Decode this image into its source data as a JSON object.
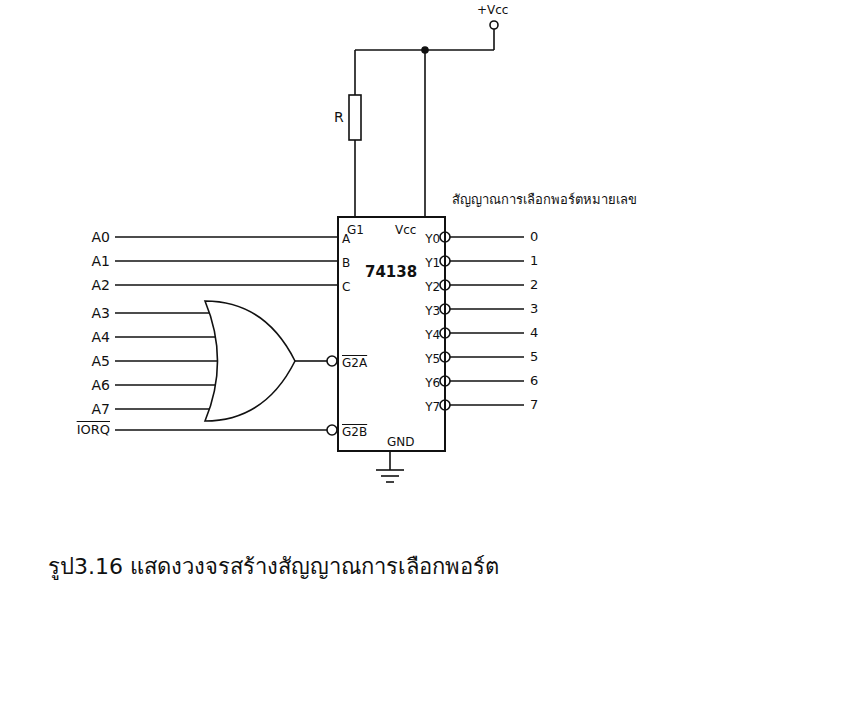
{
  "diagram": {
    "nodes": [
      {
        "text": [
          "74138",
          "A",
          "B",
          "C",
          "G1",
          "Vcc",
          "Y0",
          "Y1",
          "Y2",
          "Y3",
          "Y4",
          "Y5",
          "Y6",
          "Y7",
          "G2A",
          "G2B",
          "GND"
        ]
      }
    ],
    "labels": [
      "+Vcc",
      "R",
      "สัญญาณการเลือกพอร์ตหมายเลข",
      "A0",
      "A1",
      "A2",
      "A3",
      "A4",
      "A5",
      "A6",
      "A7",
      "IORQ",
      "0",
      "1",
      "2",
      "3",
      "4",
      "5",
      "6",
      "7"
    ],
    "caption": "รูป3.16 แสดงวงจรสร้างสัญญาณการเลือกพอร์ต"
  }
}
